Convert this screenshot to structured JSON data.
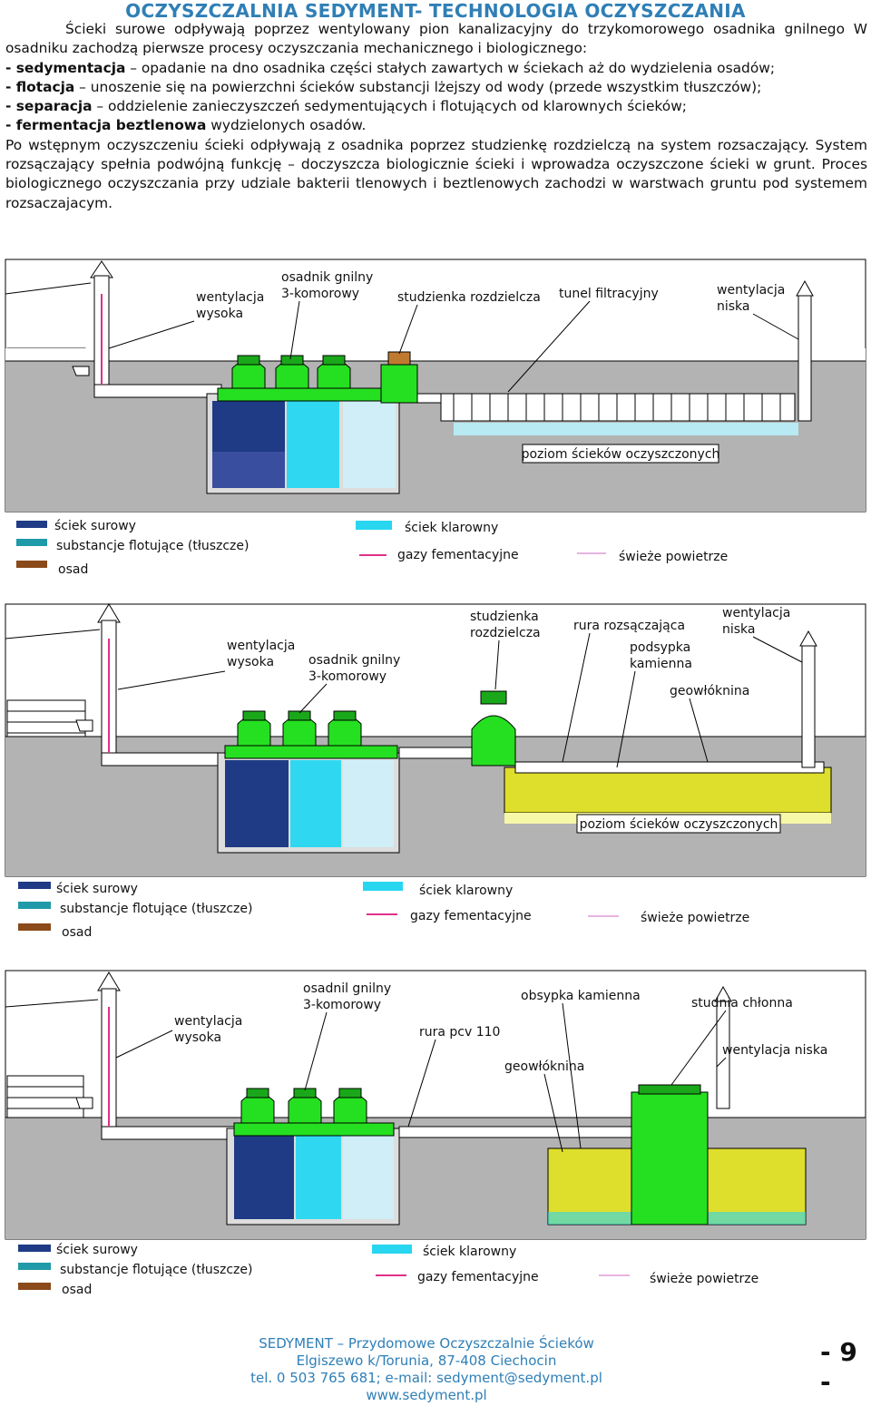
{
  "page": {
    "title": "OCZYSZCZALNIA SEDYMENT- TECHNOLOGIA OCZYSZCZANIA",
    "intro_line1": "Ścieki surowe odpływają poprzez wentylowany pion kanalizacyjny do trzykomorowego osadnika gnilnego W osadniku zachodzą pierwsze procesy oczyszczania mechanicznego i biologicznego:",
    "items": [
      {
        "term": "- sedymentacja",
        "text": " – opadanie na dno osadnika części stałych zawartych w ściekach aż do wydzielenia osadów;"
      },
      {
        "term": "- flotacja",
        "text": " – unoszenie się na powierzchni ścieków substancji lżejszy od wody (przede wszystkim tłuszczów);"
      },
      {
        "term": "- separacja",
        "text": " – oddzielenie zanieczyszczeń sedymentujących i flotujących od klarownych ścieków;"
      },
      {
        "term": "- fermentacja beztlenowa",
        "text": " wydzielonych osadów."
      }
    ],
    "outro": "Po wstępnym oczyszczeniu ścieki odpływają z osadnika poprzez studzienkę rozdzielczą na system rozsaczający. System rozsączający spełnia podwójną funkcję – doczyszcza biologicznie ścieki i wprowadza oczyszczone ścieki w grunt. Proces biologicznego oczyszczania przy udziale bakterii tlenowych i beztlenowych zachodzi w warstwach gruntu pod systemem rozsaczajacym."
  },
  "diagrams": [
    {
      "labels": {
        "vent_high": [
          "wentylacja",
          "wysoka"
        ],
        "tank": [
          "osadnik gnilny",
          "3-komorowy"
        ],
        "well": [
          "studzienka rozdzielcza"
        ],
        "tunnel": [
          "tunel filtracyjny"
        ],
        "vent_low": [
          "wentylacja",
          "niska"
        ],
        "level": "poziom ścieków oczyszczonych"
      },
      "legend": {
        "raw": "ściek surowy",
        "float": "substancje flotujące (tłuszcze)",
        "sludge": "osad",
        "clear": "ściek klarowny",
        "gas": "gazy fementacyjne",
        "air": "świeże powietrze"
      }
    },
    {
      "labels": {
        "vent_high": [
          "wentylacja",
          "wysoka"
        ],
        "tank": [
          "osadnik gnilny",
          "3-komorowy"
        ],
        "well": [
          "studzienka",
          "rozdzielcza"
        ],
        "pipe": [
          "rura rozsączająca"
        ],
        "gravel": [
          "podsypka",
          "kamienna"
        ],
        "geo": [
          "geowłóknina"
        ],
        "vent_low": [
          "wentylacja",
          "niska"
        ],
        "level": "poziom ścieków oczyszczonych"
      },
      "legend": {
        "raw": "ściek surowy",
        "float": "substancje flotujące (tłuszcze)",
        "sludge": "osad",
        "clear": "ściek klarowny",
        "gas": "gazy fementacyjne",
        "air": "świeże powietrze"
      }
    },
    {
      "labels": {
        "vent_high": [
          "wentylacja",
          "wysoka"
        ],
        "tank": [
          "osadnil gnilny",
          "3-komorowy"
        ],
        "pvc": [
          "rura pcv 110"
        ],
        "stone": [
          "obsypka kamienna"
        ],
        "geo": [
          "geowłóknina"
        ],
        "sump": [
          "studnia chłonna"
        ],
        "vent_low": [
          "wentylacja niska"
        ]
      },
      "legend": {
        "raw": "ściek surowy",
        "float": "substancje flotujące (tłuszcze)",
        "sludge": "osad",
        "clear": "ściek klarowny",
        "gas": "gazy fementacyjne",
        "air": "świeże powietrze"
      }
    }
  ],
  "footer": {
    "line1": "SEDYMENT – Przydomowe Oczyszczalnie Ścieków",
    "line2": "Elgiszewo k/Torunia,  87-408 Ciechocin",
    "line3": "tel. 0 503 765 681; e-mail: sedyment@sedyment.pl",
    "line4": "www.sedyment.pl",
    "page_number": "- 9 -"
  },
  "colors": {
    "title": "#2f7fb6",
    "ground": "#a9a9a9",
    "tank_green": "#22e01a",
    "raw_water": "#1f3b86",
    "clear_water": "#28d6f0",
    "gravel": "#dede2c"
  }
}
